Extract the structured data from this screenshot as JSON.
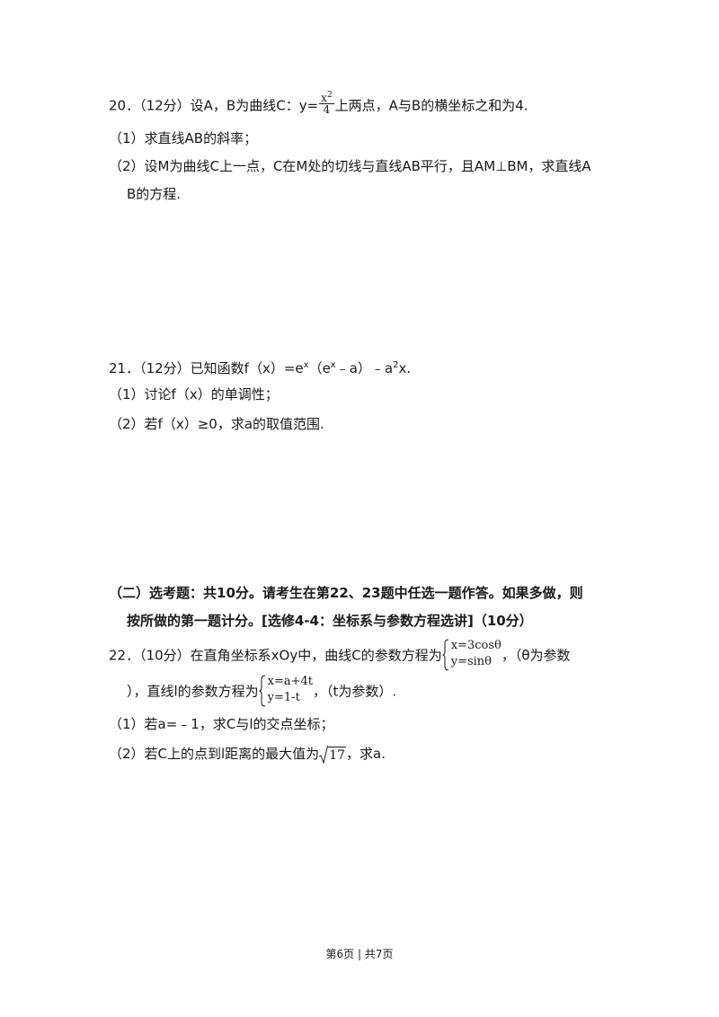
{
  "q20": {
    "stem_a": "20．（12分）设A，B为曲线C：y=",
    "frac_num": "x",
    "frac_num_exp": "2",
    "frac_den": "4",
    "stem_b": "上两点，A与B的横坐标之和为4.",
    "part1": "（1）求直线AB的斜率；",
    "part2_line1": "（2）设M为曲线C上一点，C在M处的切线与直线AB平行，且AM⊥BM，求直线A",
    "part2_line2": "B的方程."
  },
  "q21": {
    "stem_a": "21．（12分）已知函数f（x）=e",
    "exp1": "x",
    "stem_b": "（e",
    "exp2": "x",
    "stem_c": "﹣a）﹣a",
    "exp3": "2",
    "stem_d": "x.",
    "part1": "（1）讨论f（x）的单调性；",
    "part2": "（2）若f（x）≥0，求a的取值范围."
  },
  "section": {
    "line1": "（二）选考题：共10分。请考生在第22、23题中任选一题作答。如果多做，则",
    "line2": "按所做的第一题计分。[选修4-4：坐标系与参数方程选讲]（10分）"
  },
  "q22": {
    "stem_a": "22．（10分）在直角坐标系xOy中，曲线C的参数方程为",
    "curve_row1": "x=3cosθ",
    "curve_row2": "y=sinθ",
    "stem_b": "，（θ为参数",
    "stem_c": "），直线l的参数方程为",
    "line_row1": "x=a+4t",
    "line_row2": "y=1-t",
    "stem_d": "，（t为参数）.",
    "part1": "（1）若a=﹣1，求C与l的交点坐标；",
    "part2_a": "（2）若C上的点到l距离的最大值为",
    "sqrt_val": "17",
    "part2_b": "，求a."
  },
  "footer": {
    "text": "第6页 | 共7页"
  }
}
